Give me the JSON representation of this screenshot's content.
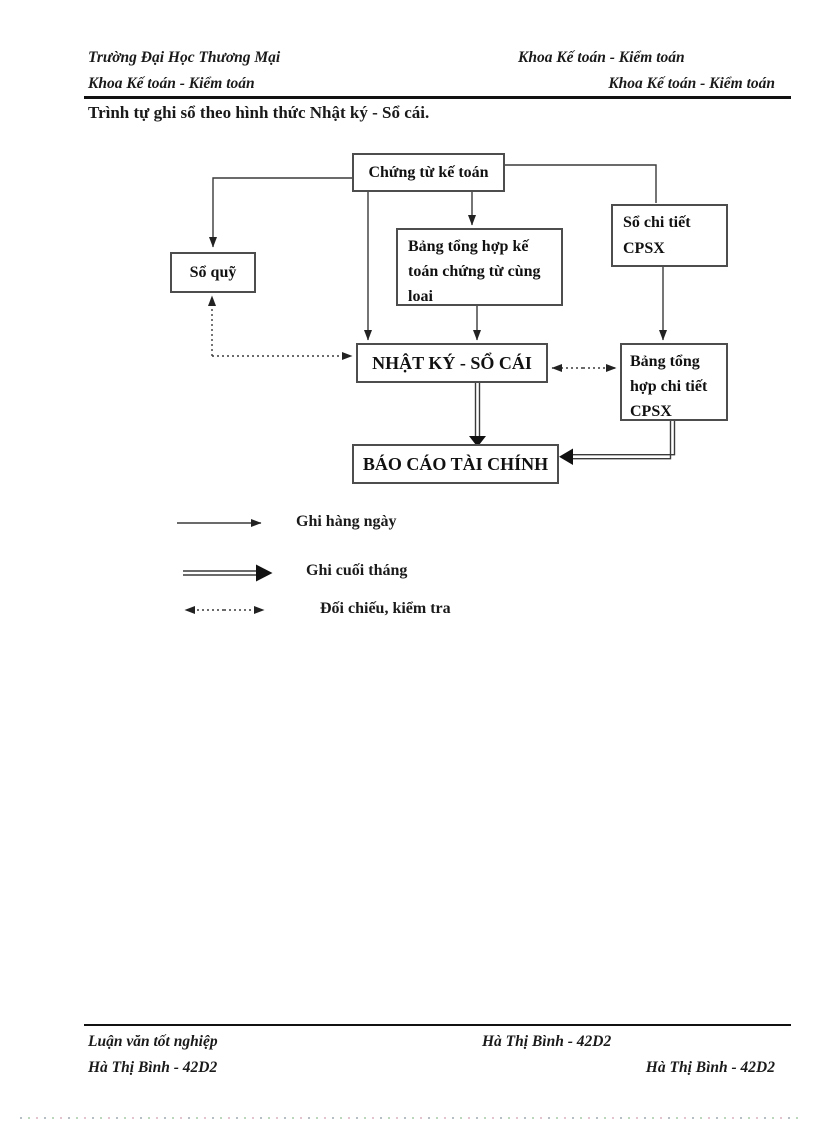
{
  "header": {
    "line1_left": "Trường Đại Học Thương Mại",
    "line1_right": "Khoa Kế toán - Kiểm toán",
    "line2_left": "Khoa Kế toán - Kiểm toán",
    "line2_right": "Khoa Kế toán - Kiểm toán"
  },
  "title": "Trình tự ghi sổ theo hình thức Nhật ký - Sổ cái.",
  "diagram": {
    "boxes": {
      "chung_tu_ke_toan": "Chứng từ kế toán",
      "so_quy": "Sổ quỹ",
      "bang_tong_hop_ke_toan": "Bảng tổng hợp kế toán chứng từ cùng loai",
      "so_chi_tiet_cpsx": "Sổ chi tiết CPSX",
      "nhat_ky_so_cai": "NHẬT KÝ - SỔ CÁI",
      "bang_tong_hop_chi_tiet_cpsx": "Bảng tổng hợp chi tiết CPSX",
      "bao_cao_tai_chinh": "BÁO CÁO TÀI CHÍNH"
    },
    "legend": [
      {
        "arrow": "solid-single",
        "label": "Ghi hàng ngày"
      },
      {
        "arrow": "solid-double",
        "label": "Ghi cuối tháng"
      },
      {
        "arrow": "dotted-two-headed",
        "label": "Đối chiếu, kiểm tra"
      }
    ]
  },
  "footer": {
    "line1_left": "Luận văn tốt nghiệp",
    "line1_right": "Hà Thị Bình - 42D2",
    "line2_left": "Hà Thị Bình - 42D2",
    "line2_right": "Hà Thị Bình - 42D2"
  },
  "colors": {
    "ink": "#1a1a1a",
    "line": "#3a3a3a",
    "background": "#ffffff"
  }
}
